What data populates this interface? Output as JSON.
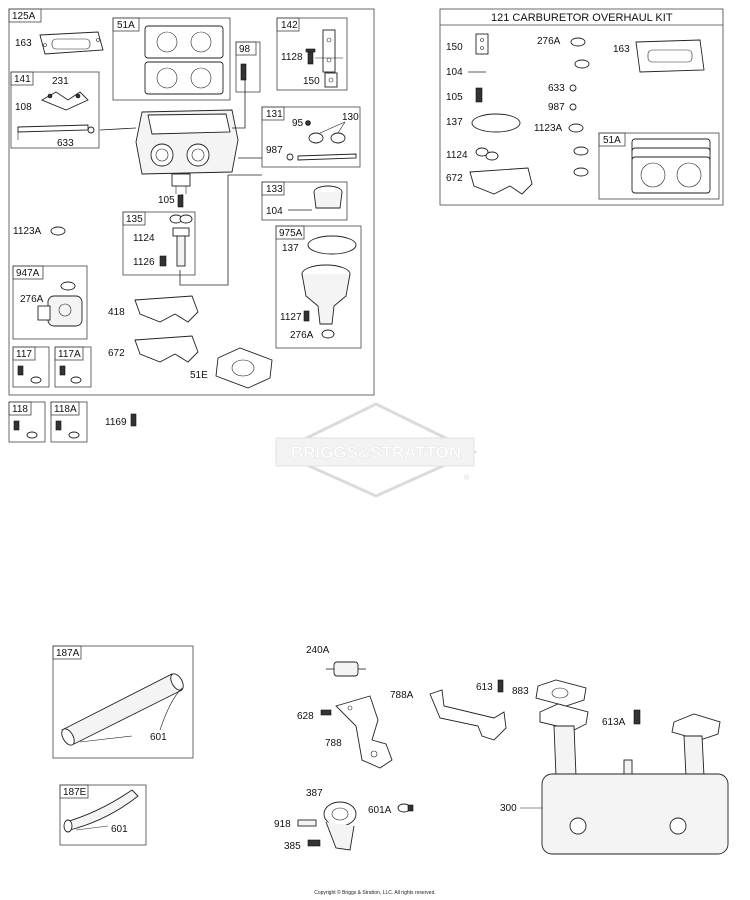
{
  "kit": {
    "title": "121 CARBURETOR OVERHAUL KIT"
  },
  "watermark": {
    "text": "BRIGGS&STRATTON",
    "tm": "®"
  },
  "boxes": {
    "b125A": "125A",
    "b51A": "51A",
    "b142": "142",
    "b98": "98",
    "b141": "141",
    "b131": "131",
    "b133": "133",
    "b135": "135",
    "b975A": "975A",
    "b947A": "947A",
    "b117": "117",
    "b117A": "117A",
    "b118": "118",
    "b118A": "118A",
    "b187A": "187A",
    "b187E": "187E",
    "bk51A": "51A"
  },
  "labels": {
    "l163": "163",
    "l231": "231",
    "l108": "108",
    "l633": "633",
    "l1128": "1128",
    "l150": "150",
    "l95": "95",
    "l130": "130",
    "l987": "987",
    "l105": "105",
    "l104": "104",
    "l1124": "1124",
    "l1126": "1126",
    "l1123A": "1123A",
    "l137": "137",
    "l276A_947": "276A",
    "l418": "418",
    "l672": "672",
    "l1127": "1127",
    "l276A_975": "276A",
    "l51E": "51E",
    "l1169": "1169",
    "k150": "150",
    "k276A": "276A",
    "k163": "163",
    "k104": "104",
    "k105": "105",
    "k633": "633",
    "k987": "987",
    "k137": "137",
    "k1123A": "1123A",
    "k1124": "1124",
    "k672": "672",
    "l601a": "601",
    "l601e": "601",
    "l240A": "240A",
    "l613": "613",
    "l883": "883",
    "l788A": "788A",
    "l628": "628",
    "l788": "788",
    "l613A": "613A",
    "l387": "387",
    "l601A": "601A",
    "l918": "918",
    "l385": "385",
    "l300": "300"
  },
  "footer": {
    "copyright": "Copyright © Briggs & Stratton, LLC. All rights reserved."
  },
  "icons": {
    "watermark": "briggs-stratton-logo-icon"
  }
}
